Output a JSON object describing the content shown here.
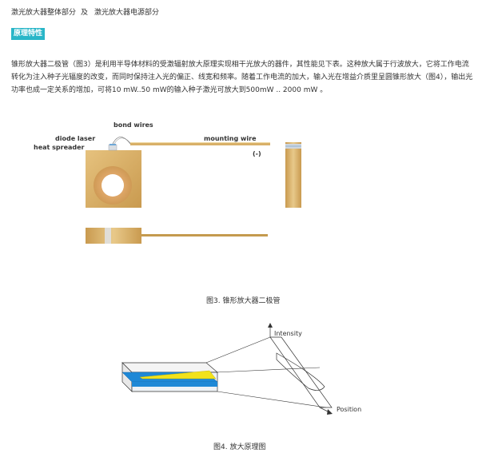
{
  "header": {
    "link1": "激光放大器整体部分",
    "separator": "及",
    "link2": "激光放大器电源部分"
  },
  "section_badge": "原理特性",
  "paragraph": "锥形放大器二极管（图3）是利用半导体材料的受激辐射放大原理实现相干光放大的器件，其性能见下表。这种放大属于行波放大，它将工作电流转化为注入种子光辐度的改变，而同时保持注入光的偏正、线宽和频率。随着工作电流的加大，输入光在增益介质里呈圆锥形放大（图4），输出光功率也成一定关系的增加，可将10 mW..50 mW的输入种子激光可放大到500mW .. 2000 mW 。",
  "figure3": {
    "labels": {
      "bond_wires": "bond wires",
      "diode_laser": "diode laser",
      "heat_spreader": "heat spreader",
      "mounting_wire": "mounting wire",
      "polarity": "(-)"
    },
    "caption": "图3. 锥形放大器二极管"
  },
  "figure4": {
    "labels": {
      "intensity": "Intensity",
      "position": "Position"
    },
    "caption": "图4. 放大原理图"
  },
  "colors": {
    "badge": "#29b6c8",
    "gold": "#d9b26a",
    "blue_layer": "#1e88d6",
    "yellow_beam": "#f2e21a"
  }
}
